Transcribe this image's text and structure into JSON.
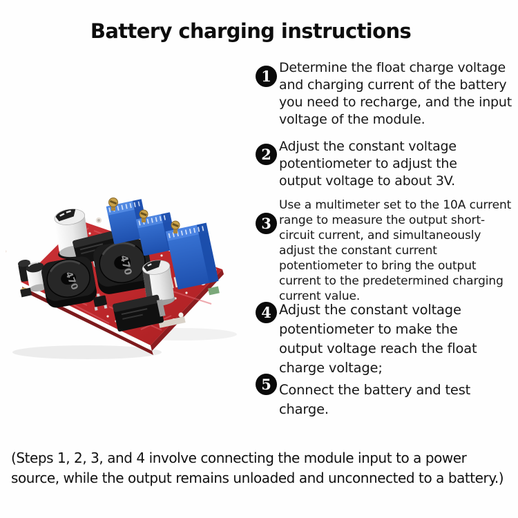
{
  "title": "Battery charging instructions",
  "steps": [
    {
      "number": "1",
      "text": "Determine the float charge voltage\nand charging current of the battery\nyou need to recharge, and the input\nvoltage of the module."
    },
    {
      "number": "2",
      "text": "Adjust the constant voltage\npotentiometer to adjust the\noutput voltage to about 3V."
    },
    {
      "number": "3",
      "text": "Use a multimeter set to the 10A current\nrange to measure the output short-\ncircuit current, and simultaneously\nadjust the constant current\npotentiometer to bring the output\ncurrent to the predetermined charging\ncurrent value."
    },
    {
      "number": "4",
      "text": "Adjust the constant voltage\npotentiometer to make the\noutput voltage reach the float\ncharge voltage;"
    },
    {
      "number": "5",
      "text": "Connect the battery and test\ncharge."
    }
  ],
  "footnote": "(Steps 1, 2, 3, and 4 involve connecting the module input to a power\nsource, while the output remains unloaded and unconnected to a battery.)",
  "pcb": {
    "inductor_label": "470"
  },
  "colors": {
    "board_red": "#bf282c",
    "trimpot_blue": "#2a66cc",
    "text_black": "#111111"
  }
}
